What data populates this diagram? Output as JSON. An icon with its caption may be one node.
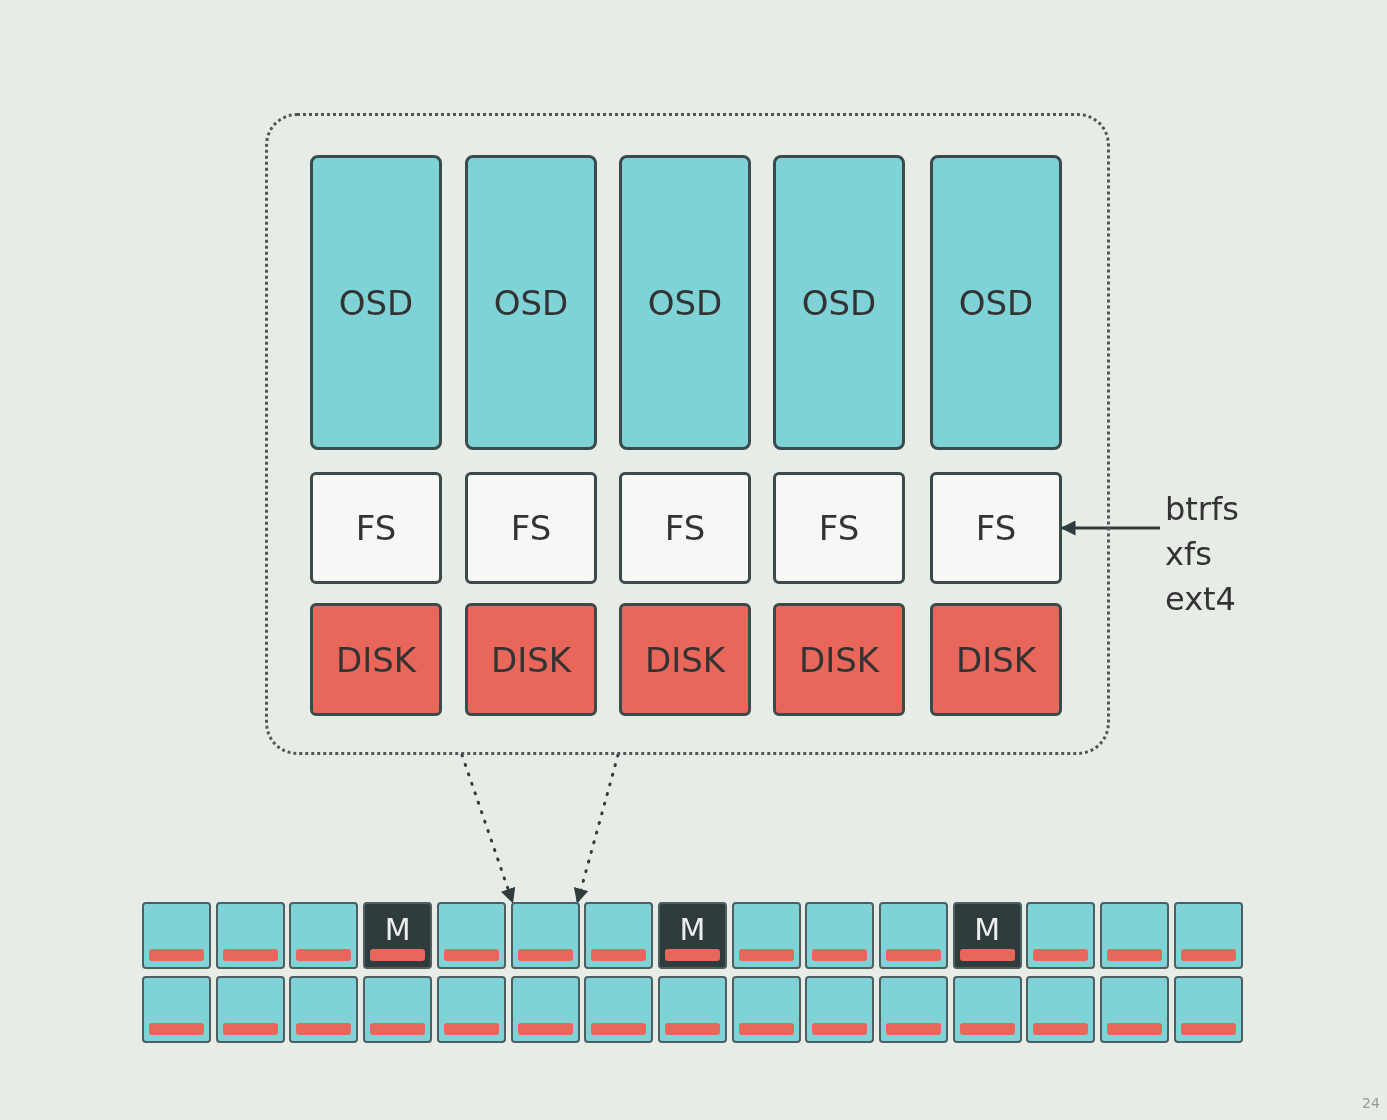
{
  "diagram": {
    "nodes": [
      {
        "text": [],
        "shape": "box"
      },
      {
        "text": [
          "OSD"
        ],
        "in": 0
      },
      {
        "text": [
          "OSD"
        ],
        "in": 0
      },
      {
        "text": [
          "OSD"
        ],
        "in": 0
      },
      {
        "text": [
          "OSD"
        ],
        "in": 0
      },
      {
        "text": [
          "OSD"
        ],
        "in": 0
      },
      {
        "text": [
          "FS"
        ],
        "in": 0
      },
      {
        "text": [
          "FS"
        ],
        "in": 0
      },
      {
        "text": [
          "FS"
        ],
        "in": 0
      },
      {
        "text": [
          "FS"
        ],
        "in": 0
      },
      {
        "text": [
          "FS"
        ],
        "in": 0
      },
      {
        "text": [
          "DISK"
        ],
        "in": 0
      },
      {
        "text": [
          "DISK"
        ],
        "in": 0
      },
      {
        "text": [
          "DISK"
        ],
        "in": 0
      },
      {
        "text": [
          "DISK"
        ],
        "in": 0
      },
      {
        "text": [
          "DISK"
        ],
        "in": 0
      },
      {
        "text": [
          "btrfs xfs ext4"
        ]
      },
      {
        "text": [],
        "shape": "box"
      },
      {
        "text": [],
        "shape": "box"
      },
      {
        "text": [],
        "shape": "box"
      },
      {
        "text": [
          "M"
        ]
      },
      {
        "text": [],
        "shape": "box"
      },
      {
        "text": [],
        "shape": "box"
      },
      {
        "text": [],
        "shape": "box"
      },
      {
        "text": [
          "M"
        ]
      },
      {
        "text": [],
        "shape": "box"
      },
      {
        "text": [],
        "shape": "box"
      },
      {
        "text": [],
        "shape": "box"
      },
      {
        "text": [
          "M"
        ]
      },
      {
        "text": [],
        "shape": "box"
      },
      {
        "text": [],
        "shape": "box"
      },
      {
        "text": [],
        "shape": "box"
      },
      {
        "text": [],
        "shape": "box"
      },
      {
        "text": [],
        "shape": "box"
      },
      {
        "text": [],
        "shape": "box"
      },
      {
        "text": [],
        "shape": "box"
      },
      {
        "text": [],
        "shape": "box"
      },
      {
        "text": [],
        "shape": "box"
      },
      {
        "text": [],
        "shape": "box"
      },
      {
        "text": [],
        "shape": "box"
      },
      {
        "text": [],
        "shape": "box"
      },
      {
        "text": [],
        "shape": "box"
      },
      {
        "text": [],
        "shape": "box"
      },
      {
        "text": [],
        "shape": "box"
      },
      {
        "text": [],
        "shape": "box"
      },
      {
        "text": [],
        "shape": "box"
      },
      {
        "text": [],
        "shape": "box"
      }
    ],
    "edges": [
      {
        "from": 16,
        "to": 10,
        "arrow": "to"
      },
      {
        "from": 0,
        "to": 22,
        "arrow": "to",
        "style": "dashed"
      },
      {
        "from": 0,
        "to": 22,
        "arrow": "to",
        "style": "dashed"
      }
    ],
    "labels": [
      "24"
    ]
  }
}
